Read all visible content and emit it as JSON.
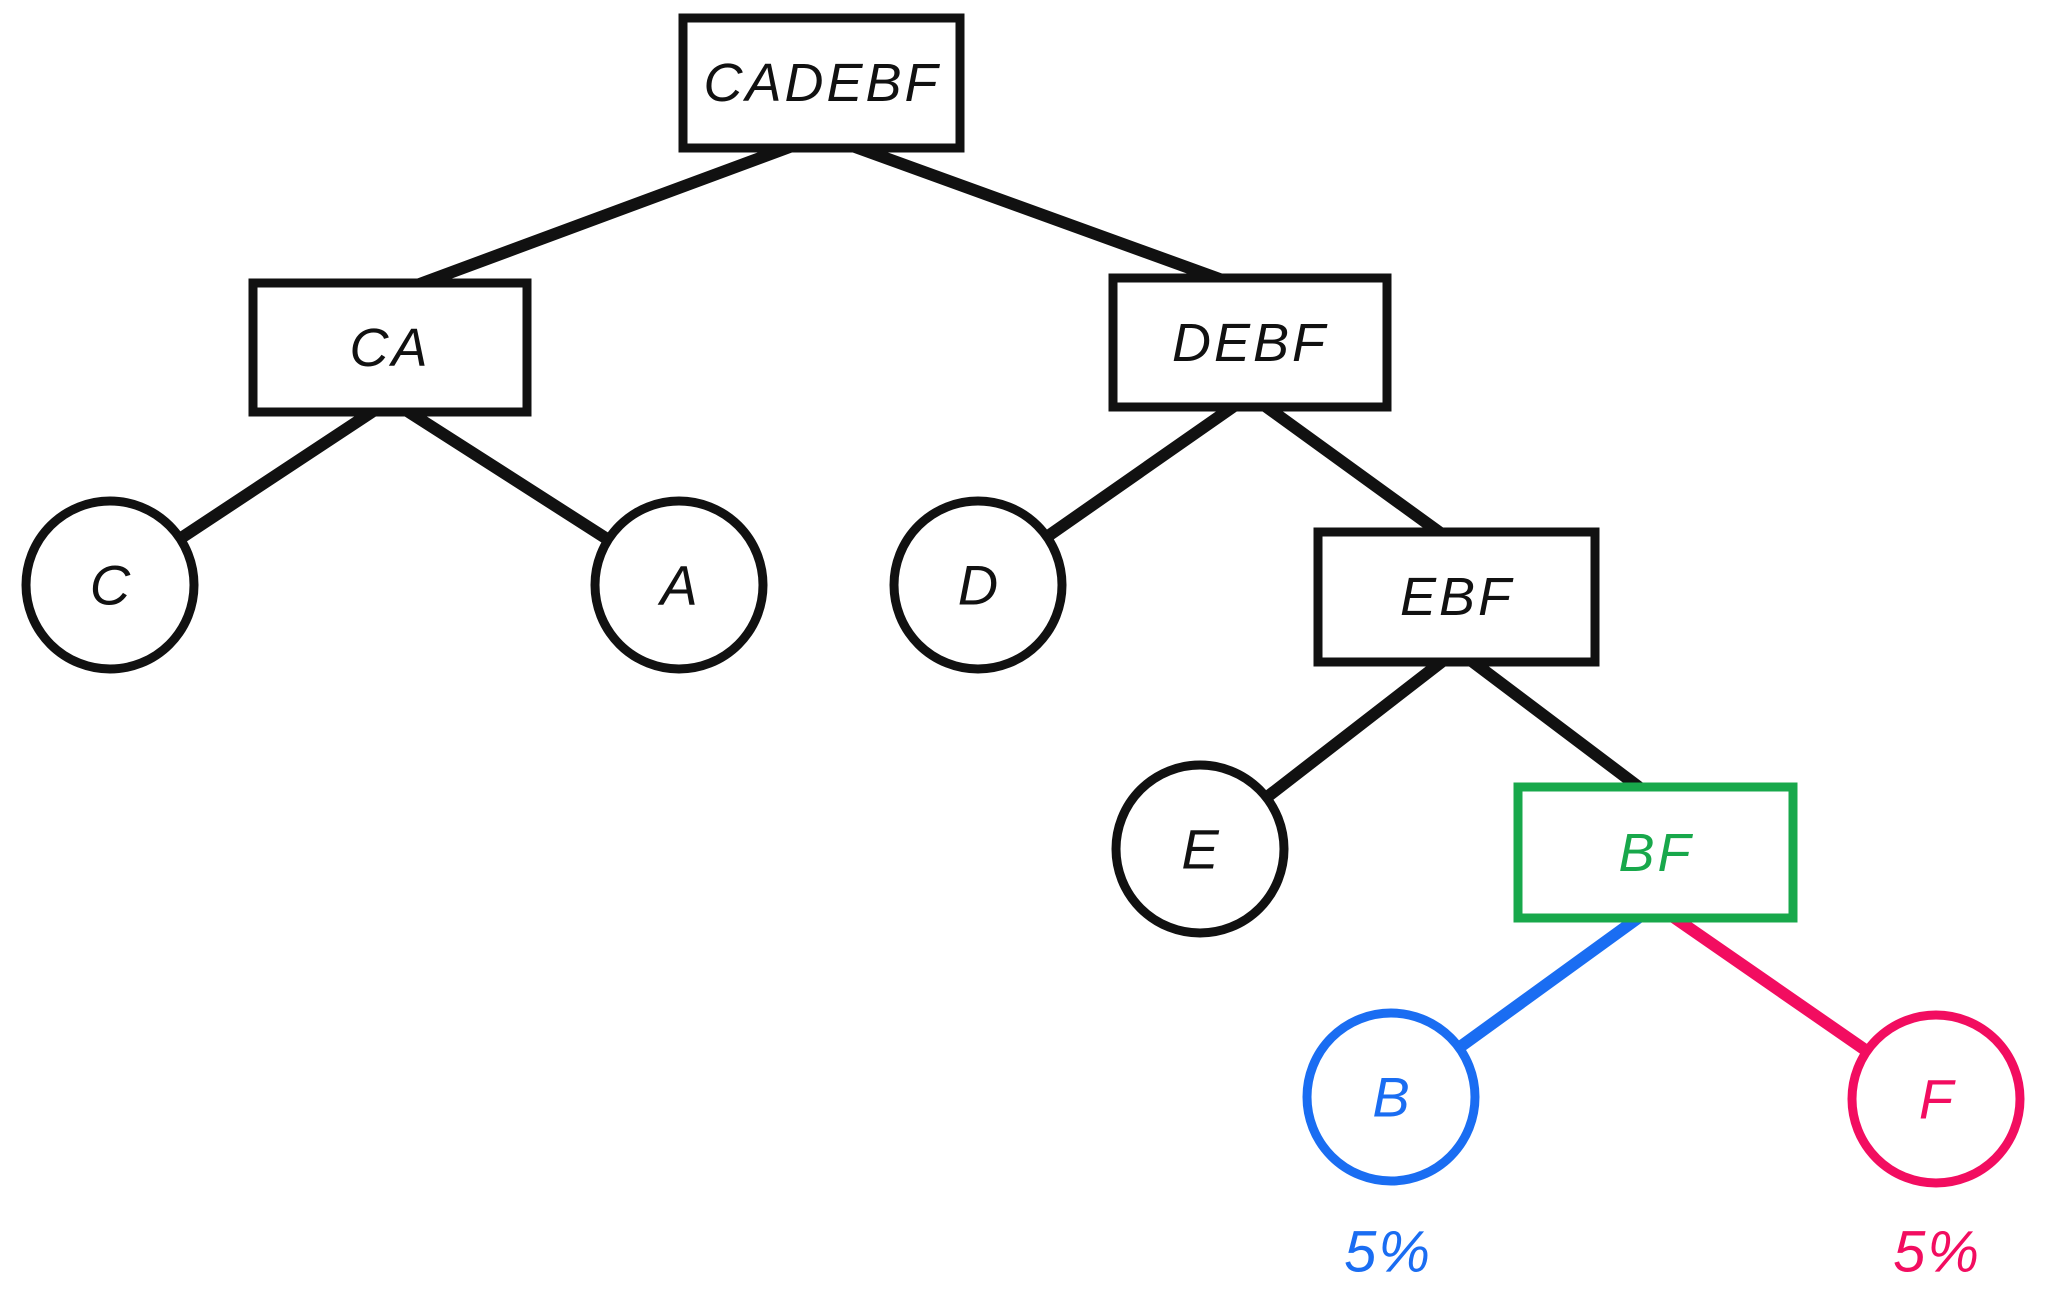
{
  "diagram": {
    "type": "binary-tree",
    "description": "Hierarchical merge tree (Huffman-style) of symbols C, A, D, E, B, F",
    "colors": {
      "edge": "#111111",
      "node_stroke": "#111111",
      "node_fill": "#ffffff",
      "background": "#ffffff",
      "green": "#18a84b",
      "blue": "#1a6df2",
      "pink": "#f20d60"
    },
    "internal_nodes": [
      {
        "id": "cadebf",
        "label": "CADEBF",
        "color": "#111111"
      },
      {
        "id": "ca",
        "label": "CA",
        "color": "#111111"
      },
      {
        "id": "debf",
        "label": "DEBF",
        "color": "#111111"
      },
      {
        "id": "ebf",
        "label": "EBF",
        "color": "#111111"
      },
      {
        "id": "bf",
        "label": "BF",
        "color": "#18a84b"
      }
    ],
    "leaf_nodes": [
      {
        "id": "c",
        "label": "C",
        "color": "#111111"
      },
      {
        "id": "a",
        "label": "A",
        "color": "#111111"
      },
      {
        "id": "d",
        "label": "D",
        "color": "#111111"
      },
      {
        "id": "e",
        "label": "E",
        "color": "#111111"
      },
      {
        "id": "b",
        "label": "B",
        "color": "#1a6df2",
        "percent": "5%"
      },
      {
        "id": "f",
        "label": "F",
        "color": "#f20d60",
        "percent": "5%"
      }
    ],
    "edges": [
      {
        "from": "CADEBF",
        "to": "CA",
        "color": "#111111"
      },
      {
        "from": "CADEBF",
        "to": "DEBF",
        "color": "#111111"
      },
      {
        "from": "CA",
        "to": "C",
        "color": "#111111"
      },
      {
        "from": "CA",
        "to": "A",
        "color": "#111111"
      },
      {
        "from": "DEBF",
        "to": "D",
        "color": "#111111"
      },
      {
        "from": "DEBF",
        "to": "EBF",
        "color": "#111111"
      },
      {
        "from": "EBF",
        "to": "E",
        "color": "#111111"
      },
      {
        "from": "EBF",
        "to": "BF",
        "color": "#111111"
      },
      {
        "from": "BF",
        "to": "B",
        "color": "#1a6df2"
      },
      {
        "from": "BF",
        "to": "F",
        "color": "#f20d60"
      }
    ]
  }
}
